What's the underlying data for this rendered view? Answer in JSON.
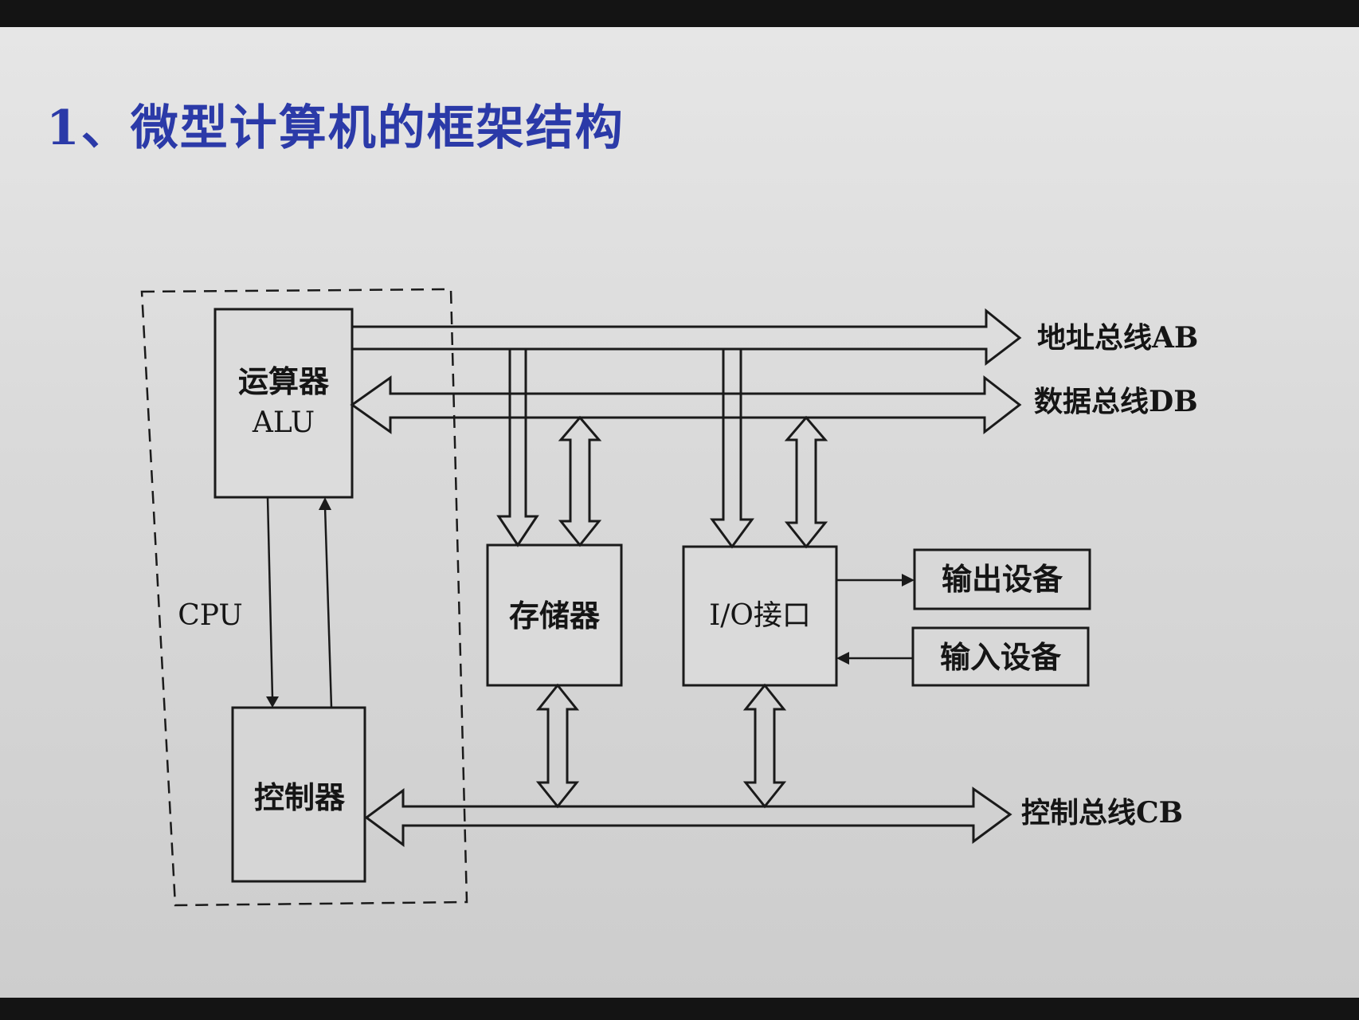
{
  "title": "1、微型计算机的框架结构",
  "cpu": {
    "label": "CPU"
  },
  "alu": {
    "line1": "运算器",
    "line2": "ALU"
  },
  "controller": {
    "label": "控制器"
  },
  "memory": {
    "label": "存储器"
  },
  "io_interface": {
    "label": "I/O接口"
  },
  "output_device": {
    "label": "输出设备"
  },
  "input_device": {
    "label": "输入设备"
  },
  "buses": {
    "address": "地址总线AB",
    "data": "数据总线DB",
    "control": "控制总线CB"
  }
}
